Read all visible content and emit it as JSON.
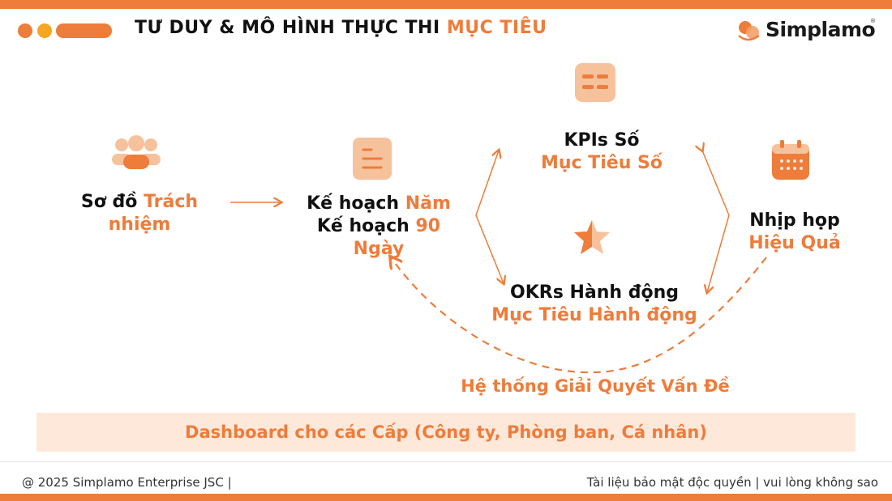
{
  "header": {
    "title_main": "TƯ DUY & MÔ HÌNH THỰC THI ",
    "title_highlight": "MỤC TIÊU",
    "accent_color": "#ee7c3a",
    "dot_colors": [
      "#ee7c3a",
      "#f5a623"
    ]
  },
  "logo": {
    "text": "Simplamo",
    "reg": "®"
  },
  "nodes": {
    "so_do": {
      "icon": "people-group-icon",
      "l1_a": "Sơ đồ ",
      "l1_b": "Trách",
      "l2": "nhiệm"
    },
    "ke_hoach": {
      "icon": "document-list-icon",
      "l1_a": "Kế hoạch ",
      "l1_b": "Năm",
      "l2_a": "Kế hoạch ",
      "l2_b": "90",
      "l3": "Ngày"
    },
    "kpis": {
      "icon": "table-grid-icon",
      "l1": "KPIs Số",
      "l2": "Mục Tiêu Số"
    },
    "okrs": {
      "icon": "star-icon",
      "l1": "OKRs Hành động",
      "l2": "Mục Tiêu Hành động"
    },
    "nhip_hop": {
      "icon": "calendar-icon",
      "l1": "Nhịp họp",
      "l2": "Hiệu Quả"
    },
    "he_thong": {
      "label": "Hệ thống Giải Quyết Vấn Đề"
    }
  },
  "dashboard": {
    "label": "Dashboard cho các Cấp (Công ty, Phòng ban, Cá nhân)"
  },
  "footer": {
    "left": "@ 2025 Simplamo Enterprise JSC  |",
    "right": "Tài liệu bảo mật độc quyền | vui lòng không sao"
  }
}
